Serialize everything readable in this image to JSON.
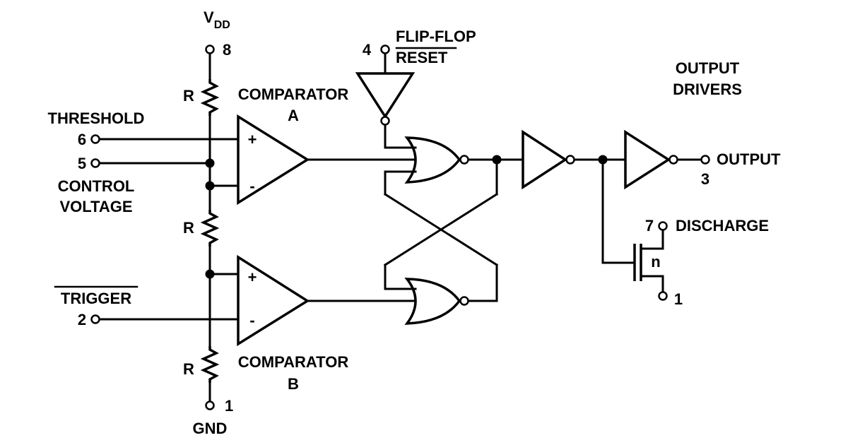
{
  "vdd": {
    "main": "V",
    "sub": "DD",
    "pin": "8"
  },
  "gnd": {
    "label": "GND",
    "pin": "1"
  },
  "resistor_label": "R",
  "comparator_a": {
    "line1": "COMPARATOR",
    "line2": "A"
  },
  "comparator_b": {
    "line1": "COMPARATOR",
    "line2": "B"
  },
  "threshold": {
    "label": "THRESHOLD",
    "pin": "6"
  },
  "control_voltage": {
    "line1": "CONTROL",
    "line2": "VOLTAGE",
    "pin": "5"
  },
  "trigger": {
    "label": "TRIGGER",
    "pin": "2"
  },
  "reset": {
    "line1": "FLIP-FLOP",
    "line2": "RESET",
    "pin": "4"
  },
  "output_drivers": {
    "line1": "OUTPUT",
    "line2": "DRIVERS"
  },
  "output": {
    "label": "OUTPUT",
    "pin": "3"
  },
  "discharge": {
    "label": "DISCHARGE",
    "pin": "7",
    "source_pin": "1"
  },
  "transistor_type": "n",
  "plus_sign": "+",
  "minus_sign": "-"
}
